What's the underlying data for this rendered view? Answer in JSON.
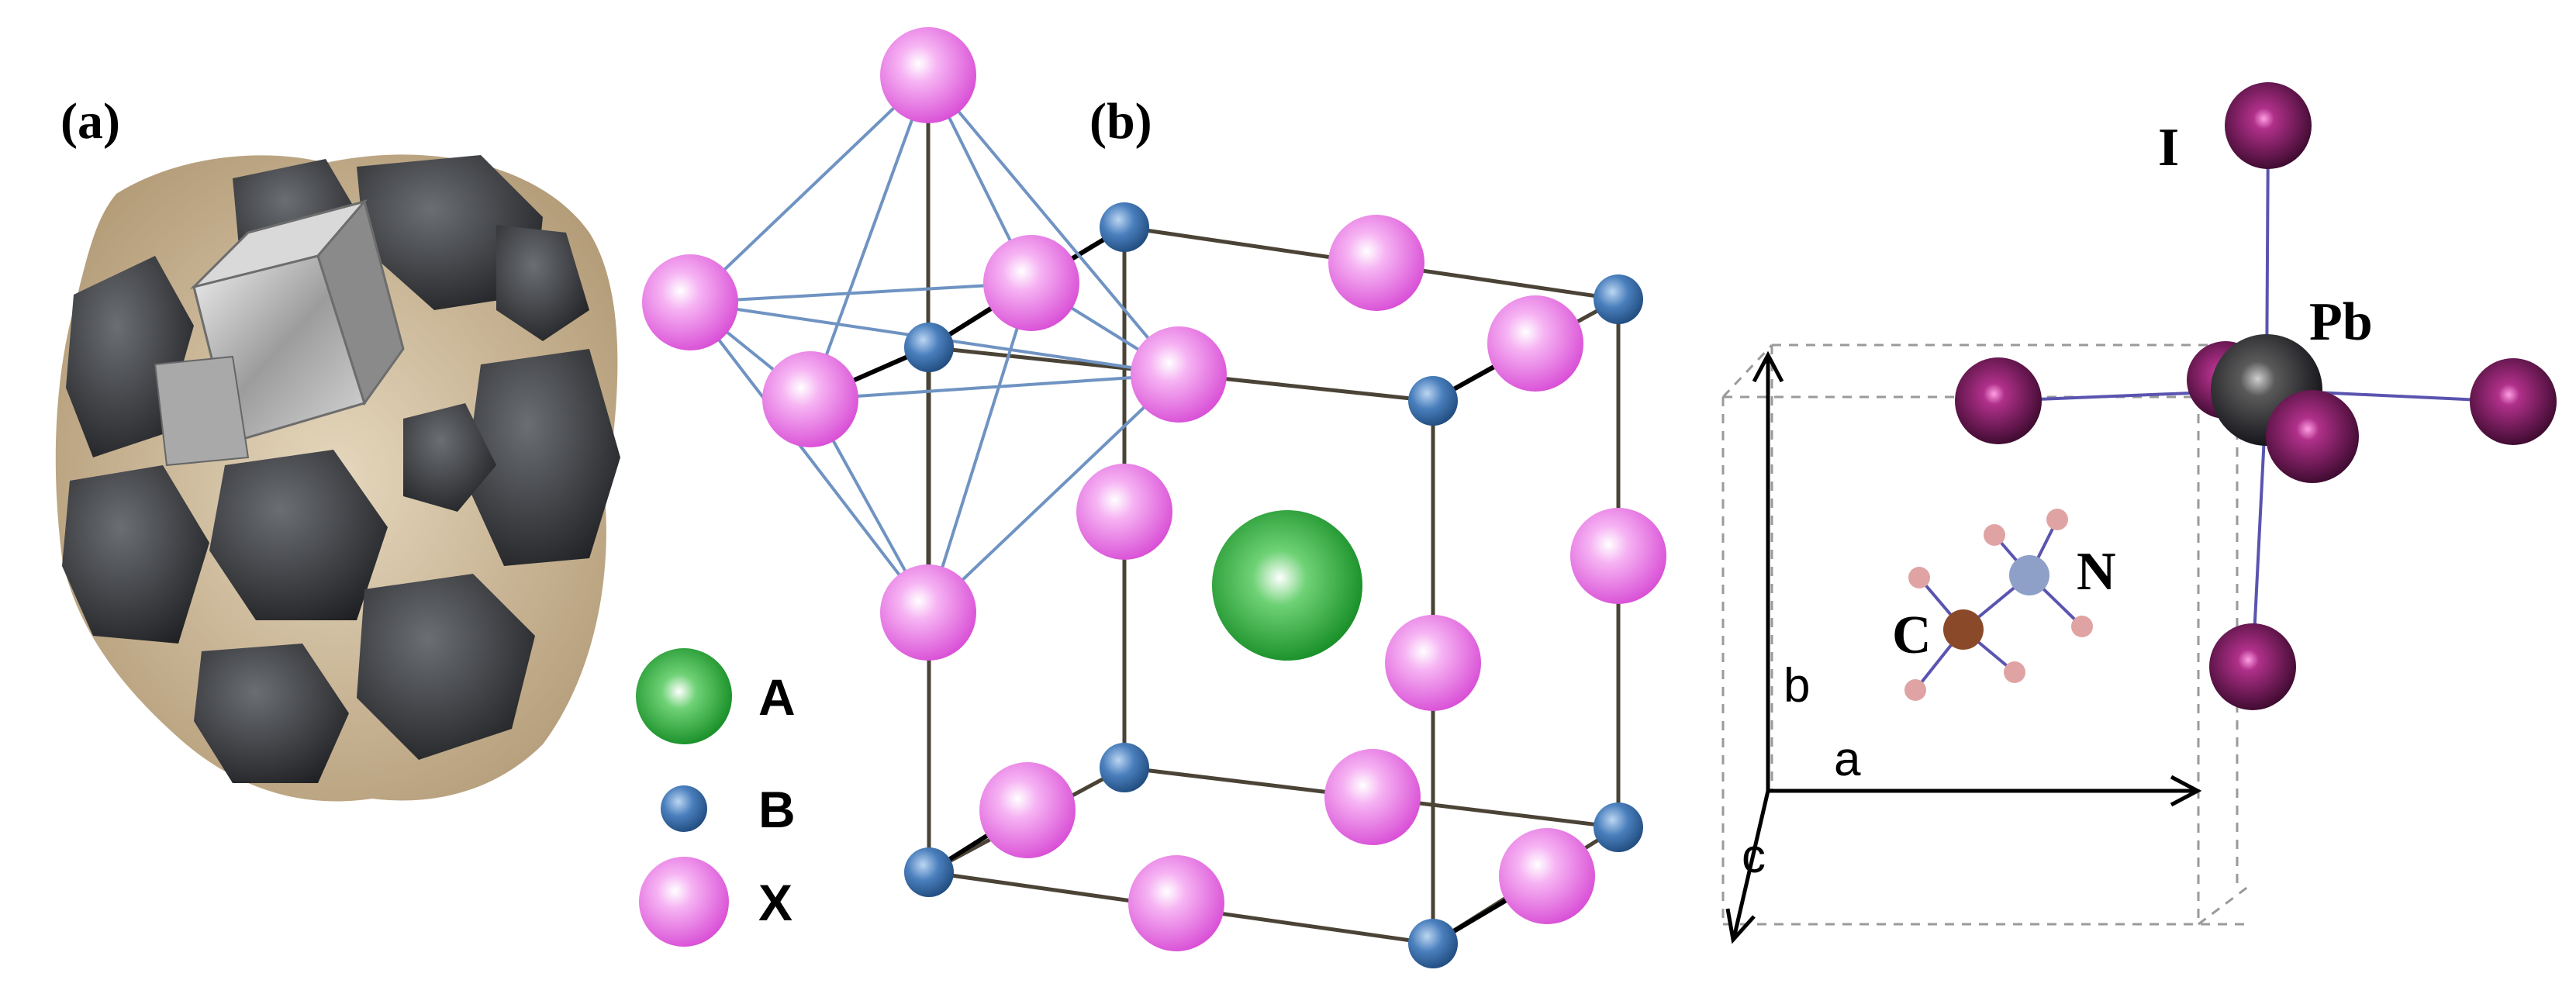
{
  "panels": {
    "a": {
      "label": "(a)"
    },
    "b": {
      "label": "(b)"
    }
  },
  "legend": [
    {
      "key": "A",
      "color": "#22a033"
    },
    {
      "key": "B",
      "color": "#3b6ea8"
    },
    {
      "key": "X",
      "color": "#e878e6"
    }
  ],
  "molecule": {
    "atoms": {
      "iodine": "I",
      "lead": "Pb",
      "carbon": "C",
      "nitrogen": "N"
    },
    "axes": {
      "a": "a",
      "b": "b",
      "c": "c"
    }
  },
  "colors": {
    "a_site": "#22a033",
    "b_site": "#3b6ea8",
    "x_site": "#e878e6",
    "cell_edge": "#4a4336",
    "octahedron_edge": "#6f93c2",
    "iodine": "#6a1450",
    "lead": "#3b3b3b",
    "carbon": "#8a4a2a",
    "nitrogen": "#8ea0c8",
    "hydrogen": "#e0a3a3",
    "bond": "#5a54b0"
  }
}
